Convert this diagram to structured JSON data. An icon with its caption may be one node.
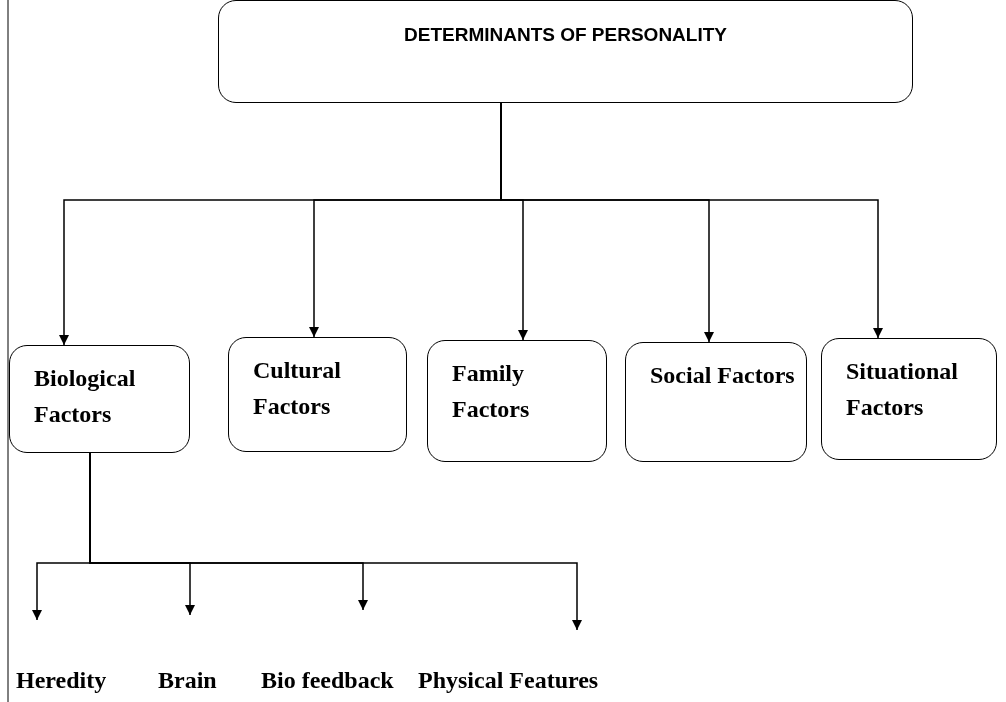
{
  "diagram": {
    "nodes": [
      {
        "text": [
          "DETERMINANTS OF PERSONALITY"
        ]
      },
      {
        "text": [
          "Biological Factors"
        ]
      },
      {
        "text": [
          "Cultural Factors"
        ]
      },
      {
        "text": [
          "Family Factors"
        ]
      },
      {
        "text": [
          "Social Factors"
        ]
      },
      {
        "text": [
          "Situational Factors"
        ]
      },
      {
        "text": [
          "Heredity"
        ]
      },
      {
        "text": [
          "Brain"
        ]
      },
      {
        "text": [
          "Bio feedback"
        ]
      },
      {
        "text": [
          "Physical Features"
        ]
      }
    ],
    "edges": [
      {
        "from": 0,
        "to": 1,
        "arrow": "to"
      },
      {
        "from": 0,
        "to": 2,
        "arrow": "to"
      },
      {
        "from": 0,
        "to": 3,
        "arrow": "to"
      },
      {
        "from": 0,
        "to": 4,
        "arrow": "to"
      },
      {
        "from": 0,
        "to": 5,
        "arrow": "to"
      },
      {
        "from": 1,
        "to": 6,
        "arrow": "to"
      },
      {
        "from": 1,
        "to": 7,
        "arrow": "to"
      },
      {
        "from": 1,
        "to": 8,
        "arrow": "to"
      },
      {
        "from": 1,
        "to": 9,
        "arrow": "to"
      }
    ]
  }
}
